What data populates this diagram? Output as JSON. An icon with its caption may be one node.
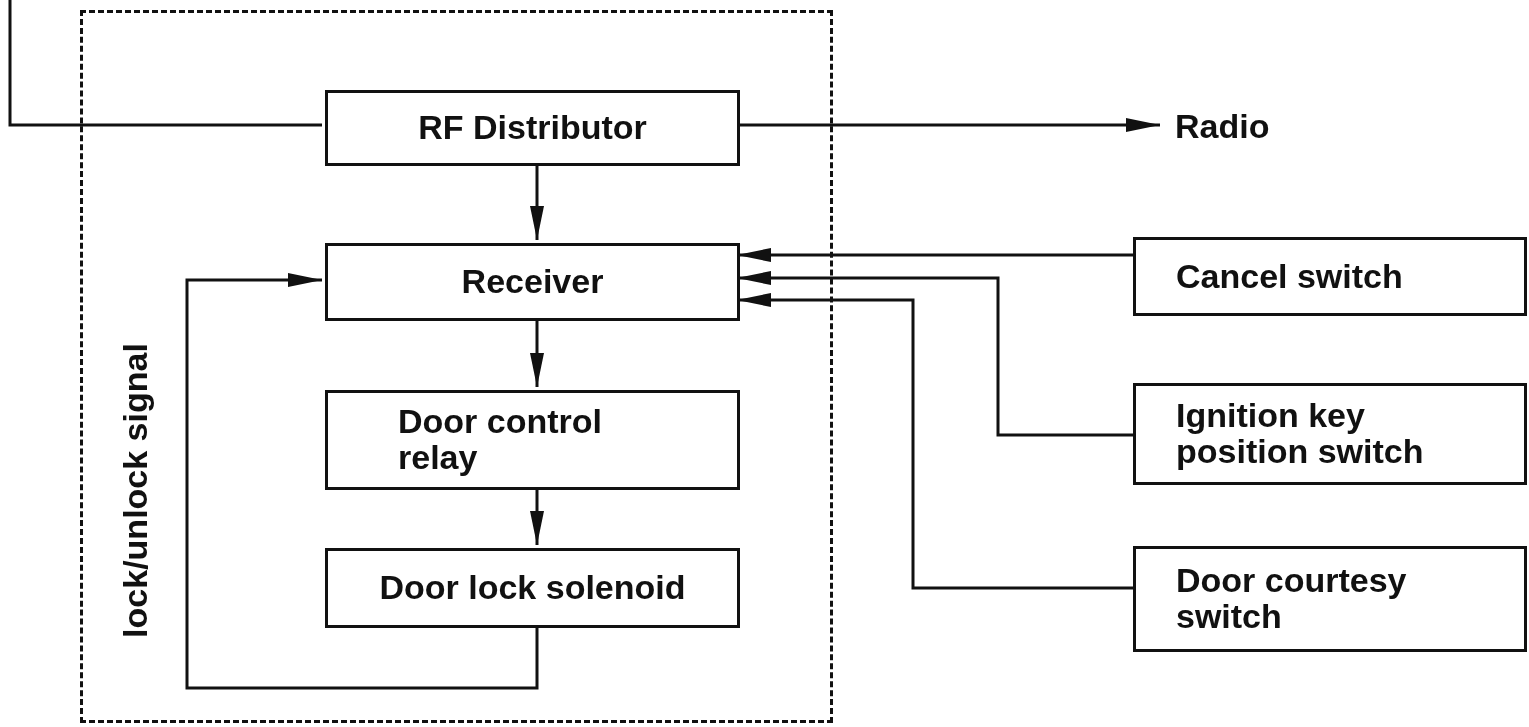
{
  "diagram": {
    "nodes": [
      {
        "text": [],
        "shape": "box"
      },
      {
        "text": [
          "RF Distributor"
        ],
        "in": 0
      },
      {
        "text": [
          "Radio"
        ]
      },
      {
        "text": [
          "Receiver"
        ],
        "in": 0
      },
      {
        "text": [
          "Door control relay"
        ],
        "in": 0
      },
      {
        "text": [
          "Door lock solenoid"
        ],
        "in": 0
      },
      {
        "text": [
          "Cancel switch"
        ]
      },
      {
        "text": [
          "Ignition key position switch"
        ]
      },
      {
        "text": [
          "Door courtesy switch"
        ]
      }
    ],
    "edges": [
      {
        "from": null,
        "to": 1,
        "arrow": "none"
      },
      {
        "from": 1,
        "to": 2,
        "arrow": "to"
      },
      {
        "from": 1,
        "to": 3,
        "arrow": "to"
      },
      {
        "from": 3,
        "to": 4,
        "arrow": "to"
      },
      {
        "from": 4,
        "to": 5,
        "arrow": "to"
      },
      {
        "from": 5,
        "to": 3,
        "arrow": "to",
        "label": "lock/unlock signal"
      },
      {
        "from": 6,
        "to": 3,
        "arrow": "to"
      },
      {
        "from": 7,
        "to": 3,
        "arrow": "to"
      },
      {
        "from": 8,
        "to": 3,
        "arrow": "to"
      }
    ]
  }
}
